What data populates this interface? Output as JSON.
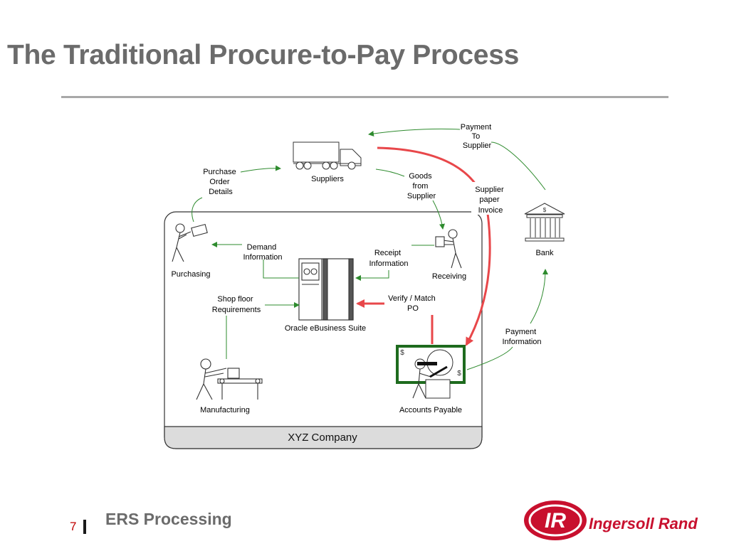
{
  "slide": {
    "title": "The Traditional Procure-to-Pay Process",
    "page_number": "7",
    "footer_title": "ERS Processing"
  },
  "diagram": {
    "company_label": "XYZ Company",
    "nodes": {
      "suppliers": "Suppliers",
      "purchasing": "Purchasing",
      "receiving": "Receiving",
      "oracle": "Oracle eBusiness Suite",
      "manufacturing": "Manufacturing",
      "accounts_payable": "Accounts Payable",
      "bank": "Bank"
    },
    "flows": {
      "payment_to_supplier": [
        "Payment",
        "To",
        "Supplier"
      ],
      "purchase_order_details": [
        "Purchase",
        "Order",
        "Details"
      ],
      "goods_from_supplier": [
        "Goods",
        "from",
        "Supplier"
      ],
      "supplier_paper_invoice": [
        "Supplier",
        "paper",
        "Invoice"
      ],
      "demand_information": [
        "Demand",
        "Information"
      ],
      "receipt_information": [
        "Receipt",
        "Information"
      ],
      "shop_floor_requirements": [
        "Shop floor",
        "Requirements"
      ],
      "verify_match_po": [
        "Verify / Match",
        "PO"
      ],
      "payment_information": [
        "Payment",
        "Information"
      ]
    },
    "colors": {
      "flow_green": "#2e8b2e",
      "flow_red": "#e8474a",
      "ap_frame_green": "#1e6b1e"
    }
  },
  "logo": {
    "mark": "IR",
    "wordmark": "Ingersoll Rand",
    "color": "#c8102e"
  }
}
